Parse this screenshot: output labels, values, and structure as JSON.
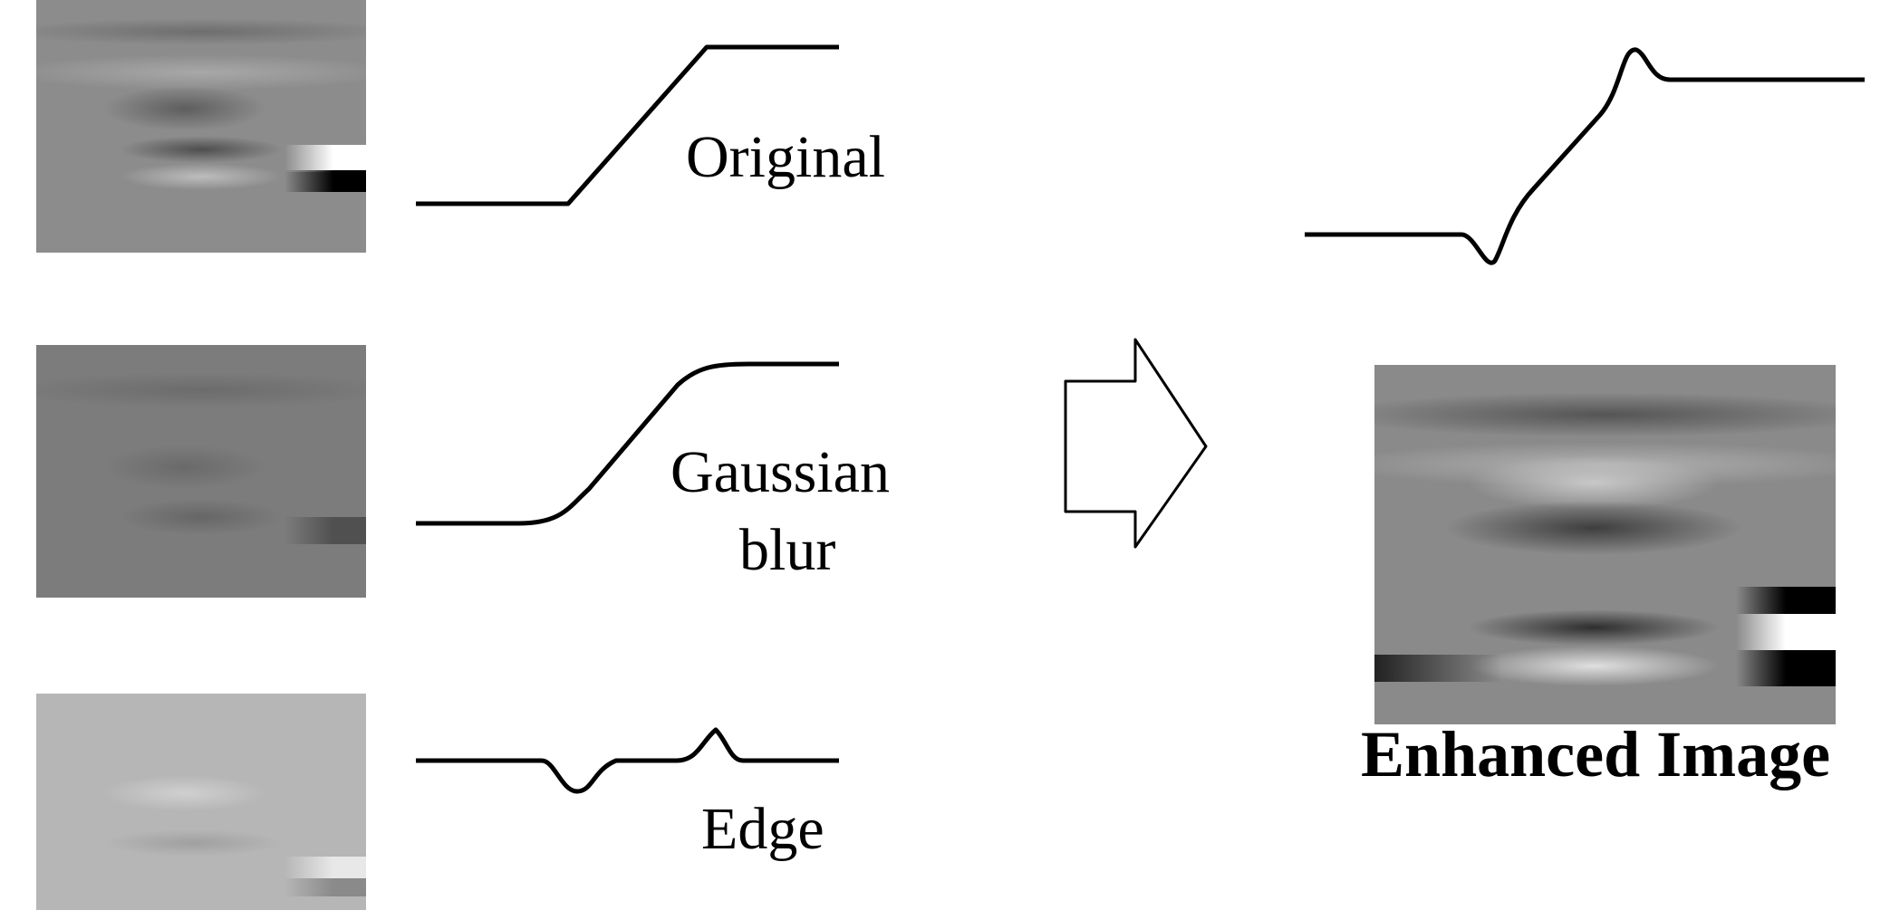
{
  "labels": {
    "original": "Original",
    "gaussian_line1": "Gaussian",
    "gaussian_line2": "blur",
    "edge": "Edge",
    "enhanced": "Enhanced Image"
  },
  "colors": {
    "stroke": "#000000",
    "background": "#ffffff"
  }
}
